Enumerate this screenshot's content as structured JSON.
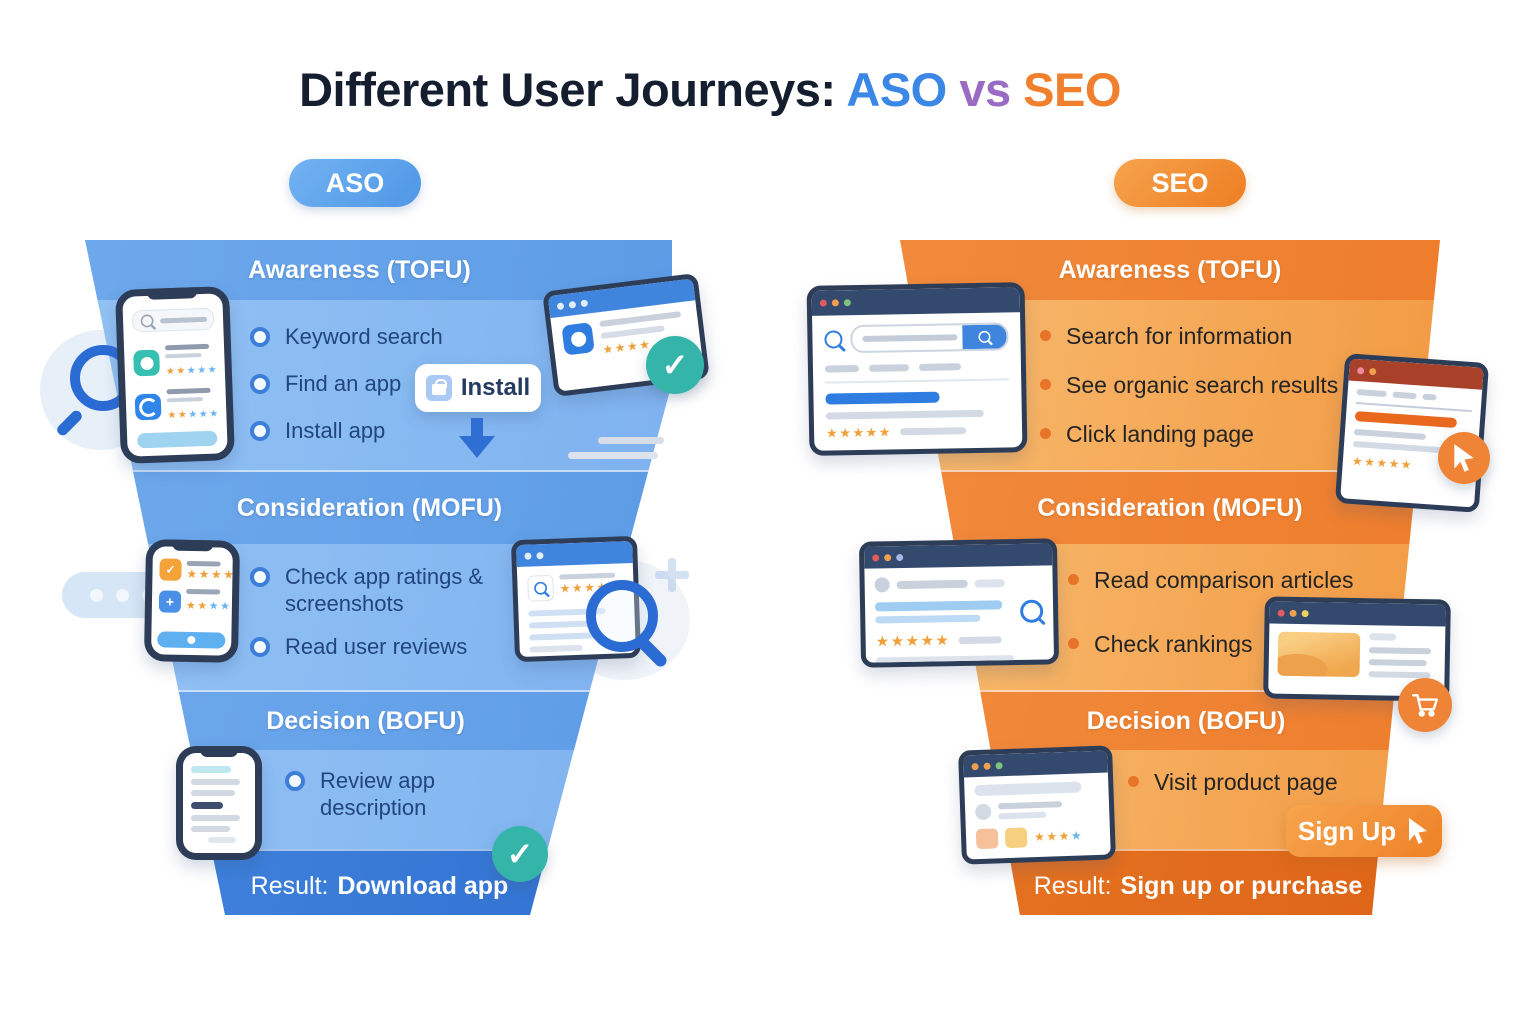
{
  "title": {
    "prefix": "Different User Journeys:",
    "aso": "ASO",
    "vs": "vs",
    "seo": "SEO"
  },
  "colors": {
    "aso_blue": "#3a87e6",
    "seo_orange": "#f07f2e",
    "vs_purple": "#9a6bc5",
    "success_teal": "#35b5a9"
  },
  "icons": {
    "star": "★",
    "stars_two": "★★",
    "stars_three": "★★★",
    "stars_four": "★★★★",
    "stars_five": "★★★★★",
    "check": "✓"
  },
  "aso": {
    "badge": "ASO",
    "stages": [
      {
        "heading": "Awareness (TOFU)",
        "bullets": [
          "Keyword search",
          "Find an app",
          "Install app"
        ]
      },
      {
        "heading": "Consideration (MOFU)",
        "bullets": [
          "Check app ratings & screenshots",
          "Read user reviews"
        ]
      },
      {
        "heading": "Decision (BOFU)",
        "bullets": [
          "Review app description"
        ]
      }
    ],
    "install_button_label": "Install",
    "result_label": "Result:",
    "result_value": "Download app"
  },
  "seo": {
    "badge": "SEO",
    "stages": [
      {
        "heading": "Awareness (TOFU)",
        "bullets": [
          "Search for information",
          "See organic search results",
          "Click landing page"
        ]
      },
      {
        "heading": "Consideration (MOFU)",
        "bullets": [
          "Read comparison articles",
          "Check rankings"
        ]
      },
      {
        "heading": "Decision (BOFU)",
        "bullets": [
          "Visit product page"
        ]
      }
    ],
    "signup_button_label": "Sign Up",
    "result_label": "Result:",
    "result_value": "Sign up or purchase"
  }
}
